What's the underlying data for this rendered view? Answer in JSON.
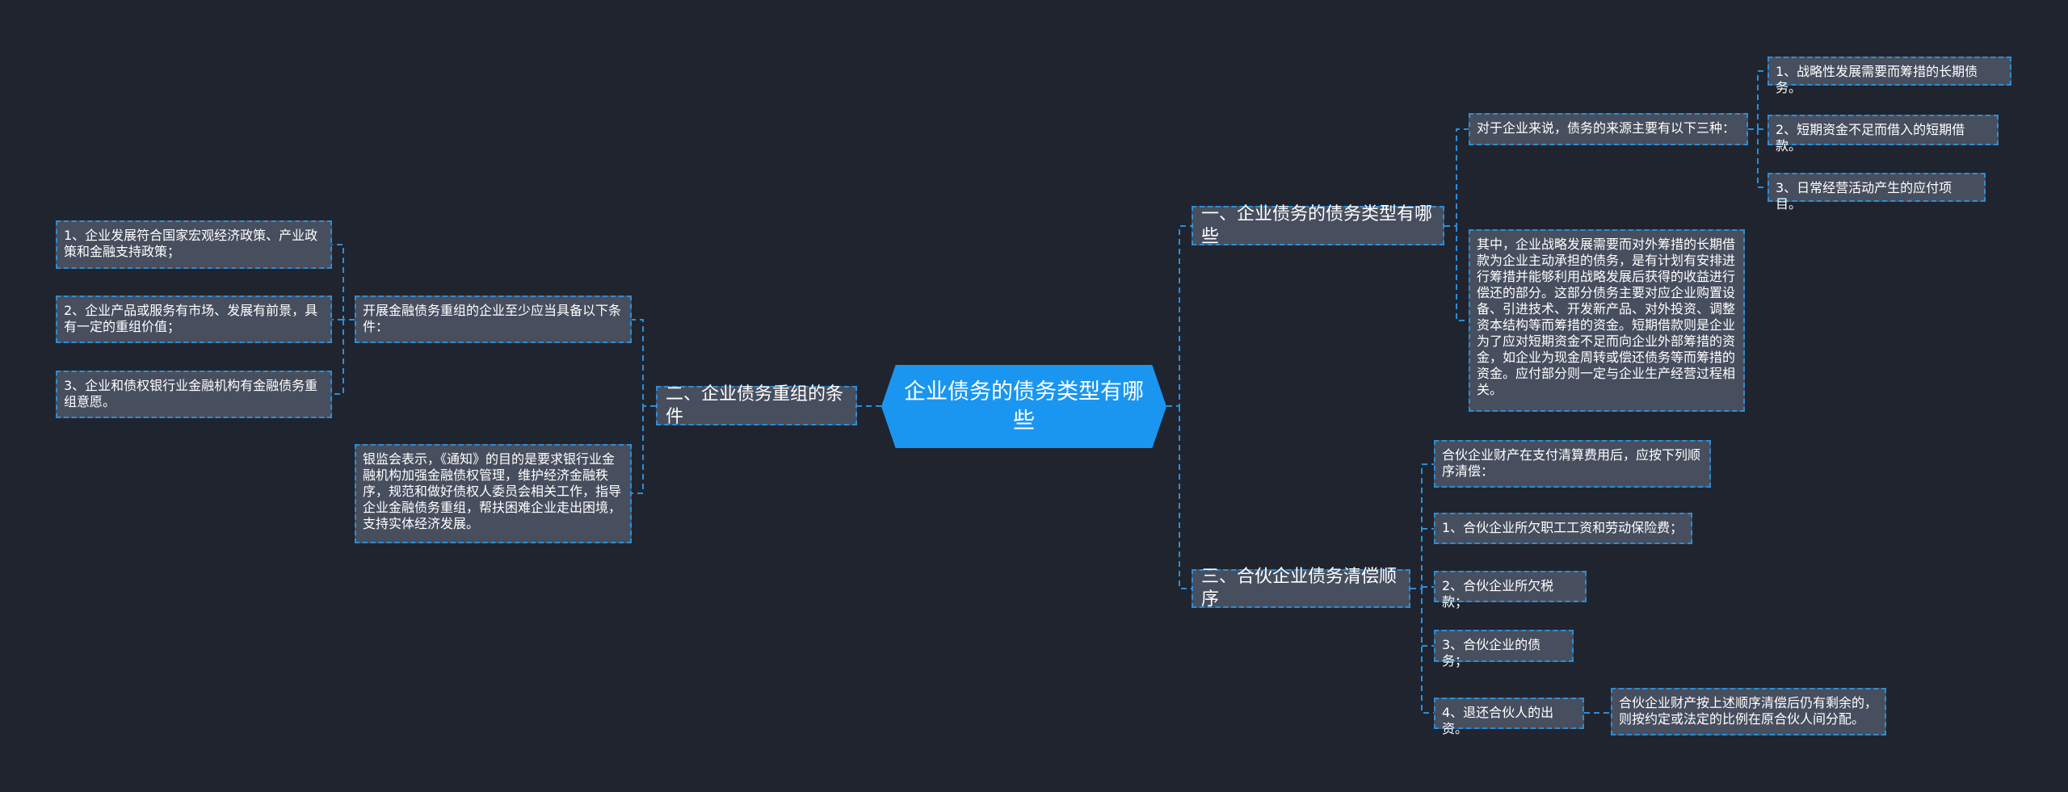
{
  "root": {
    "title": "企业债务的债务类型有哪些"
  },
  "branches": [
    {
      "label": "一、企业债务的债务类型有哪些",
      "children": [
        {
          "text": "对于企业来说，债务的来源主要有以下三种：",
          "children": [
            "1、战略性发展需要而筹措的长期债务。",
            "2、短期资金不足而借入的短期借款。",
            "3、日常经营活动产生的应付项目。"
          ]
        },
        {
          "text": "其中，企业战略发展需要而对外筹措的长期借款为企业主动承担的债务，是有计划有安排进行筹措并能够利用战略发展后获得的收益进行偿还的部分。这部分债务主要对应企业购置设备、引进技术、开发新产品、对外投资、调整资本结构等而筹措的资金。短期借款则是企业为了应对短期资金不足而向企业外部筹措的资金，如企业为现金周转或偿还债务等而筹措的资金。应付部分则一定与企业生产经营过程相关。"
        }
      ]
    },
    {
      "label": "二、企业债务重组的条件",
      "children": [
        {
          "text": "开展金融债务重组的企业至少应当具备以下条件：",
          "children": [
            "1、企业发展符合国家宏观经济政策、产业政策和金融支持政策；",
            "2、企业产品或服务有市场、发展有前景，具有一定的重组价值；",
            "3、企业和债权银行业金融机构有金融债务重组意愿。"
          ]
        },
        {
          "text": "银监会表示，《通知》的目的是要求银行业金融机构加强金融债权管理，维护经济金融秩序，规范和做好债权人委员会相关工作，指导企业金融债务重组，帮扶困难企业走出困境，支持实体经济发展。"
        }
      ]
    },
    {
      "label": "三、合伙企业债务清偿顺序",
      "children": [
        {
          "text": "合伙企业财产在支付清算费用后，应按下列顺序清偿："
        },
        {
          "text": "1、合伙企业所欠职工工资和劳动保险费；"
        },
        {
          "text": "2、合伙企业所欠税款；"
        },
        {
          "text": "3、合伙企业的债务；"
        },
        {
          "text": "4、退还合伙人的出资。",
          "children": [
            "合伙企业财产按上述顺序清偿后仍有剩余的，则按约定或法定的比例在原合伙人间分配。"
          ]
        }
      ]
    }
  ]
}
